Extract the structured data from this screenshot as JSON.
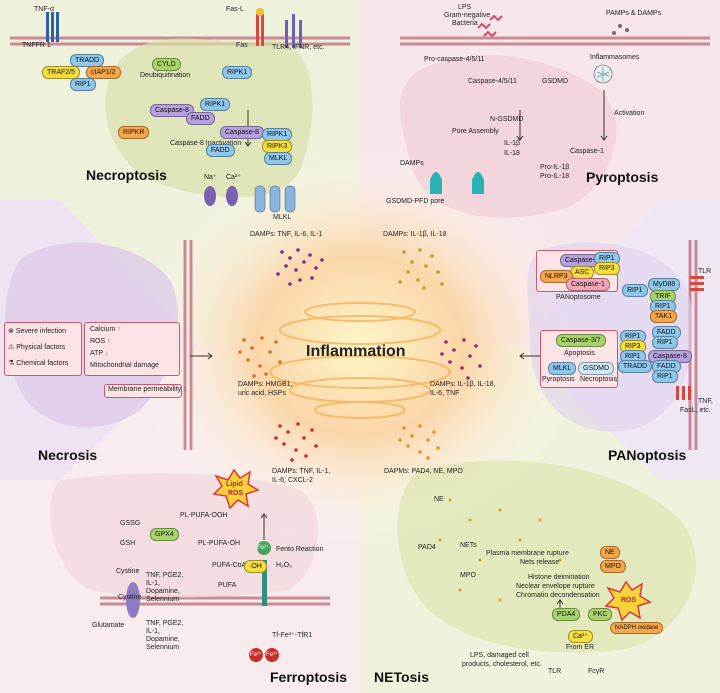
{
  "center": {
    "title": "Inflammation"
  },
  "panels": {
    "necroptosis": "Necroptosis",
    "pyroptosis": "Pyroptosis",
    "necrosis": "Necrosis",
    "panoptosis": "PANoptosis",
    "ferroptosis": "Ferroptosis",
    "netosis": "NETosis"
  },
  "damps": {
    "necroptosis": "DAMPs: TNF, IL-6, IL-1",
    "pyroptosis": "DAMPs: IL-1β, IL-18",
    "necrosis": [
      "DAMPs: HMGB1,",
      "uric acid, HSPs"
    ],
    "panoptosis": [
      "DAMPs: IL-1β, IL-18,",
      "IL-6, TNF"
    ],
    "ferroptosis": [
      "DAMPs: TNF, IL-1,",
      "IL-6, CXCL-2"
    ],
    "netosis": "DAPMs: PAD4, NE, MPO"
  },
  "necroptosis_labels": {
    "tnfa": "TNF-α",
    "tnffr1": "TNFFR 1",
    "tradd": "TRADD",
    "traf": "TRAF2/5",
    "ciap": "cIAP1/2",
    "rip1": "RIP1",
    "cyld": "CYLD",
    "deubiq": "Deubiquitination",
    "fasl": "Fas-L",
    "fas": "Fas",
    "ripk1a": "RIPK1",
    "tlr4": "TLR4, IFNR, etc.",
    "casp8a": "Caspase-8",
    "ripk1b": "RIPK1",
    "fadd1": "FADD",
    "ripkr": "RIPKR",
    "inactiv": "Caspase-8 Inactivation",
    "casp8b": "Caspase-8",
    "fadd2": "FADD",
    "ripk1c": "RIPK1",
    "ripk3": "RIPK3",
    "mlkl": "MLKL",
    "na": "Na⁺",
    "ca": "Ca²⁺",
    "mlkl_pore": "MLKL"
  },
  "pyroptosis_labels": {
    "lps": "LPS",
    "gram": "Gram-negative",
    "bacteria": "Bacteria",
    "pamps": "PAMPs & DAMPs",
    "procasp": "Pro-caspase-4/5/11",
    "inflam": "Inflammasomes",
    "casp4": "Caspase-4/5/11",
    "gsdmd": "GSDMD",
    "ngsdmd": "N-GSDMD",
    "pore_assembly": "Pore Assembly",
    "activation": "Activation",
    "casp1": "Caspase-1",
    "il1b": "IL-1β",
    "il18": "IL-18",
    "damps": "DAMPs",
    "proil1b": "Pro-IL-1β",
    "proil18": "Pro-IL-18",
    "gsdmdpore": "GSDMD-PFD pore"
  },
  "necrosis_labels": {
    "severe": "Severe infection",
    "physical": "Physical factors",
    "chemical": "Chemical factors",
    "calcium": "Calcium",
    "ros": "ROS",
    "atp": "ATP",
    "mito": "Mitochondrial damage",
    "membrane": "Membrane permeability"
  },
  "panoptosis_labels": {
    "casp8": "Caspase-8",
    "rip1": "RIP1",
    "rip3": "RIP3",
    "asc": "ASC",
    "nlrp3": "NLRP3",
    "casp1": "Caspase-1",
    "panoptosome": "PANoptosome",
    "casp37": "Caspase-3/7",
    "apoptosis": "Apoptosis",
    "mlkl": "MLKL",
    "gsdmd": "GSDMD",
    "pyro": "Pyroptosis",
    "necro": "Necroptosis",
    "myd88": "MyD88",
    "trif": "TRIF",
    "tak1": "TAK1",
    "tlr": "TLR",
    "fadd": "FADD",
    "tradd": "TRADD",
    "tnf": "TNF,",
    "fasl": "FasL, etc."
  },
  "ferroptosis_labels": {
    "lipid": "Lipid",
    "ros": "ROS",
    "gssg": "GSSG",
    "gsh": "GSH",
    "gpx4": "GPX4",
    "plpufaooh": "PL-PUFA-OOH",
    "plpufaoh": "PL-PUFA-OH",
    "fenton": "Fento Reaction",
    "oh": "·OH",
    "h2o2": "H₂O₂",
    "pufacoa": "PUFA-CoA",
    "pufa": "PUFA",
    "fe2": "Fe²⁺",
    "fe3": "Fe³⁺",
    "cystine1": "Cystine",
    "cystine2": "Cystine",
    "glutamate": "Glutamate",
    "tnf_list1": [
      "TNF, PGE2,",
      "IL-1,",
      "Dopamine,",
      "Selennium"
    ],
    "tnf_list2": [
      "TNF, PGE2,",
      "IL-1,",
      "Dopamine,",
      "Selennium"
    ],
    "tf": "Tf-Fe³⁺-TfR1"
  },
  "netosis_labels": {
    "ne": "NE",
    "pad4": "PAD4",
    "nets": "NETs",
    "mpo": "MPO",
    "pmr": "Plasma membrane rupture",
    "netsrel": "Nets release",
    "histone": "Histone deimination",
    "nuclear": "Neclear envelope rupture",
    "chromatin": "Chromatin decondensation",
    "ne2": "NE",
    "mpo2": "MPO",
    "ros": "ROS",
    "pda4": "PDA4",
    "pkc": "PKC",
    "nadph": "NADPH oxidase",
    "ca": "Ca²⁺",
    "fromer": "From ER",
    "lps": "LPS, damaged cell",
    "products": "products, cholesterol, etc.",
    "tlr": "TLR",
    "fcyr": "FcγR"
  },
  "colors": {
    "necroptosis": "#e5eac2",
    "pyroptosis": "#f5dde3",
    "necrosis": "#e7d9ee",
    "panoptosis": "#ebe3f2",
    "ferroptosis": "#f6e7ea",
    "netosis": "#e8ecc9",
    "center": "#fbd9b0"
  }
}
